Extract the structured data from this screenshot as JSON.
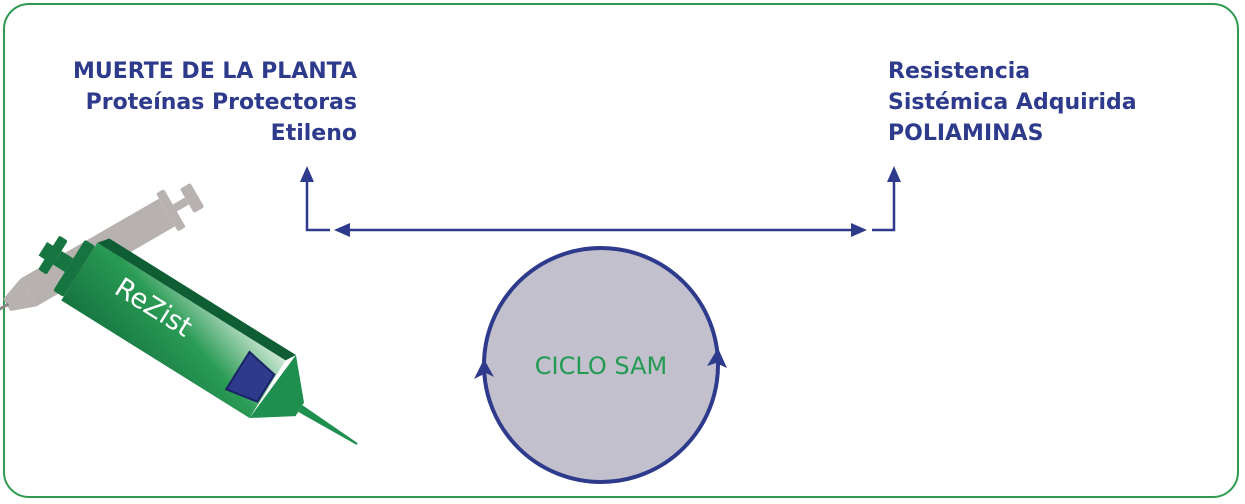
{
  "left_labels": {
    "line1": "MUERTE DE LA PLANTA",
    "line2": "Proteínas Protectoras",
    "line3": "Etileno"
  },
  "right_labels": {
    "line1": "Resistencia",
    "line2": "Sistémica Adquirida",
    "line3": "POLIAMINAS"
  },
  "cycle": {
    "label": "CICLO SAM",
    "fill_color": "#c3c0cd",
    "stroke_color": "#2e3a8c"
  },
  "syringe": {
    "label": "ReZist",
    "body_color": "#1f8f4f",
    "plunger_color": "#2e3a8c",
    "shadow_color": "#b7b1af"
  },
  "colors": {
    "frame": "#2e9b4f",
    "text": "#2e3a8c",
    "arrows": "#2e3a8c"
  }
}
